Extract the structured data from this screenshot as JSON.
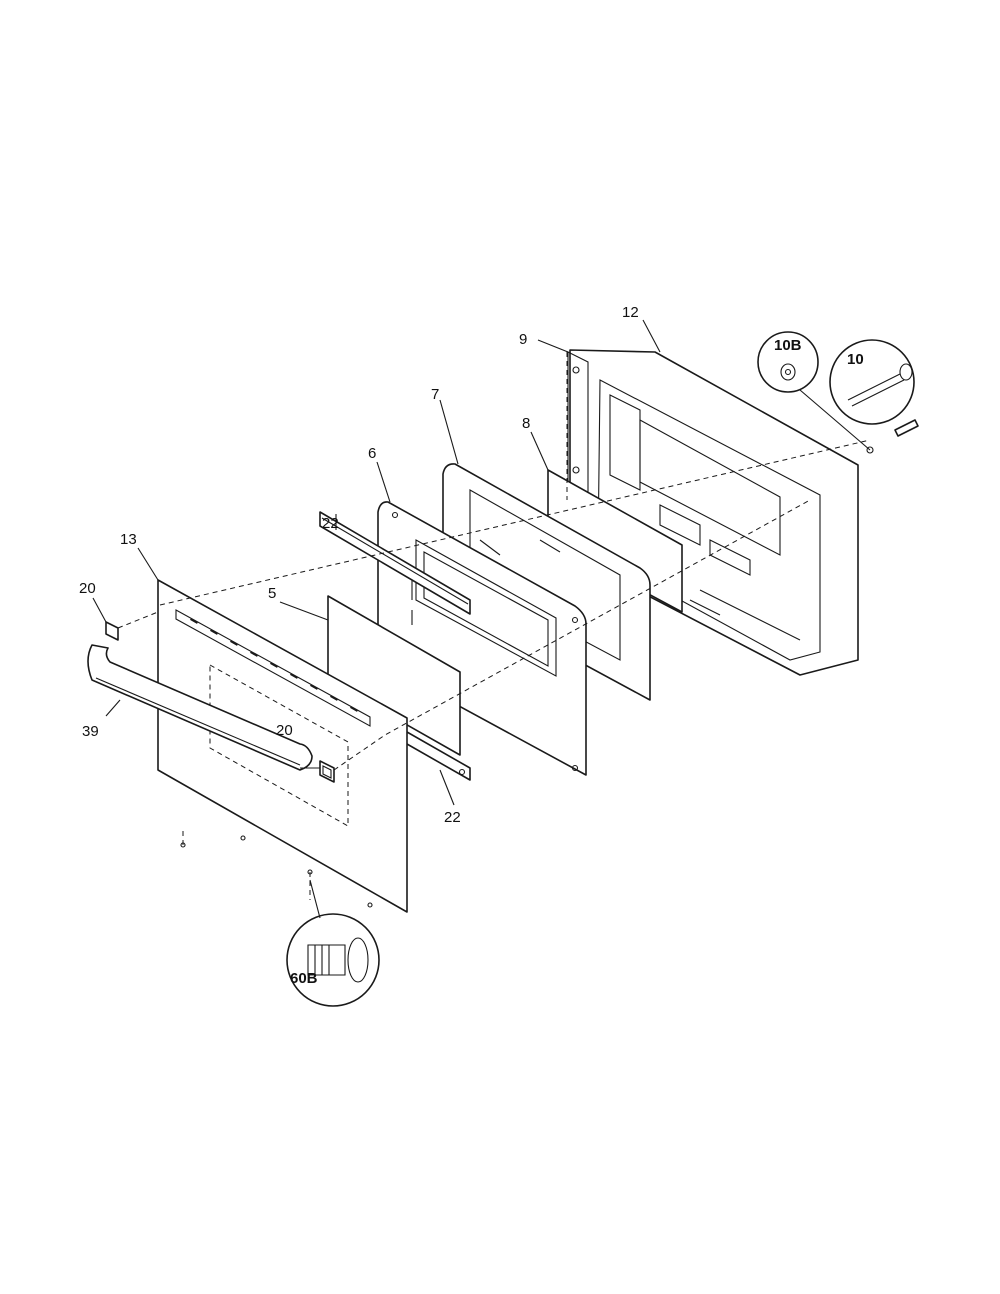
{
  "labels": {
    "p12": "12",
    "p9": "9",
    "p10b": "10B",
    "p10": "10",
    "p7": "7",
    "p8": "8",
    "p6": "6",
    "p22_top": "22",
    "p13": "13",
    "p5": "5",
    "p20_top": "20",
    "p39": "39",
    "p20_mid": "20",
    "p22_bottom": "22",
    "p60b": "60B"
  }
}
